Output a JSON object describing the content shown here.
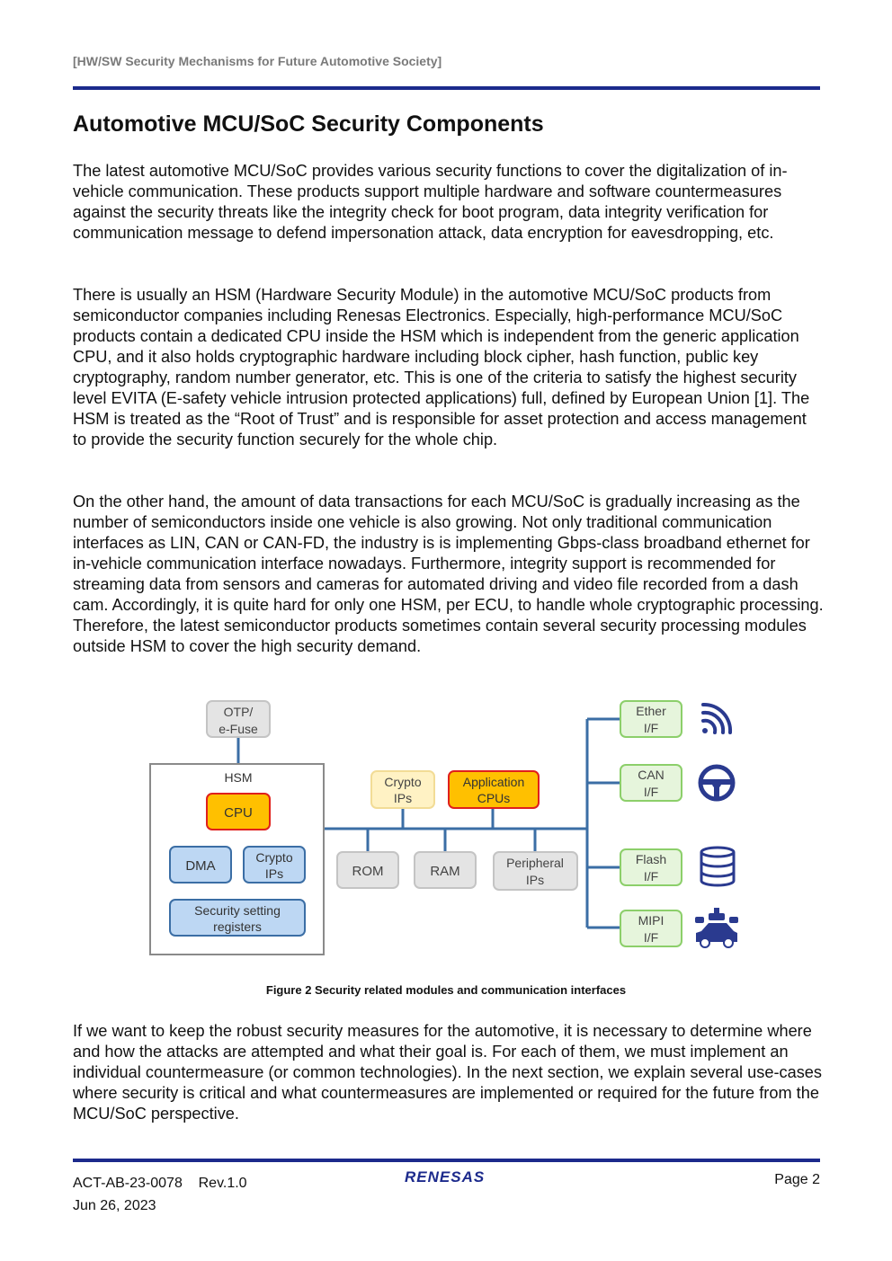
{
  "header": {
    "title": "[HW/SW Security Mechanisms for Future Automotive Society]"
  },
  "page_title": "Automotive MCU/SoC Security Components",
  "paragraphs": [
    "The latest automotive MCU/SoC provides various security functions to cover the digitalization of in-vehicle communication. These products support multiple hardware and software countermeasures against the security threats like the integrity check for boot program, data integrity verification for communication message to defend impersonation attack, data encryption for eavesdropping, etc.",
    "There is usually an HSM (Hardware Security Module) in the automotive MCU/SoC products from semiconductor companies including Renesas Electronics. Especially, high-performance MCU/SoC products contain a dedicated CPU inside the HSM which is independent from the generic application CPU, and it also holds cryptographic hardware including block cipher, hash function, public key cryptography, random number generator, etc. This is one of the criteria to satisfy the highest security level EVITA (E-safety vehicle intrusion protected applications) full, defined by European Union [1]. The HSM is treated as the “Root of Trust” and is responsible for asset protection and access management to provide the security function securely for the whole chip.",
    "On the other hand, the amount of data transactions for each MCU/SoC is gradually increasing as the number of semiconductors inside one vehicle is also growing. Not only traditional communication interfaces as LIN, CAN or CAN-FD, the industry is is implementing Gbps-class broadband ethernet for in-vehicle communication interface nowadays. Furthermore, integrity support is recommended for streaming data from sensors and cameras for automated driving and video file recorded from a dash cam. Accordingly, it is quite hard for only one HSM, per ECU, to handle whole cryptographic processing. Therefore, the latest semiconductor products sometimes contain several security processing modules outside HSM to cover the high security demand.",
    "If we want to keep the robust security measures for the automotive, it is necessary to determine where and how the attacks are attempted and what their goal is. For each of them, we must implement an individual countermeasure (or common technologies). In the next section, we explain several use-cases where security is critical and what countermeasures are implemented or required for the future from the MCU/SoC perspective."
  ],
  "figure": {
    "caption": "Figure 2 Security related modules and communication interfaces",
    "otp": [
      "OTP/",
      "e-Fuse"
    ],
    "hsm_label": "HSM",
    "hsm_cpu": "CPU",
    "dma": "DMA",
    "hsm_crypto": [
      "Crypto",
      "IPs"
    ],
    "security_registers": [
      "Security setting",
      "registers"
    ],
    "crypto_ips": [
      "Crypto",
      "IPs"
    ],
    "app_cpus": [
      "Application",
      "CPUs"
    ],
    "rom": "ROM",
    "ram": "RAM",
    "peripheral": [
      "Peripheral",
      "IPs"
    ],
    "ether": [
      "Ether",
      "I/F"
    ],
    "can": [
      "CAN",
      "I/F"
    ],
    "flash": [
      "Flash",
      "I/F"
    ],
    "mipi": [
      "MIPI",
      "I/F"
    ],
    "icons": [
      "wifi-icon",
      "steering-wheel-icon",
      "database-icon",
      "car-camera-icon"
    ],
    "colors": {
      "bus": "#3b6ea5",
      "gray_fill": "#e4e4e4",
      "orange_fill": "#ffc000",
      "red_border": "#e0201c",
      "yellow_fill": "#fff2c4",
      "blue_fill": "#bdd7f3",
      "green_fill": "#e6f5dc",
      "green_border": "#8ccf6a",
      "icon": "#2a3a8f"
    }
  },
  "footer": {
    "doc_id": "ACT-AB-23-0078",
    "rev": "Rev.1.0",
    "date": "Jun 26, 2023",
    "logo": "RENESAS",
    "page": "Page 2"
  }
}
